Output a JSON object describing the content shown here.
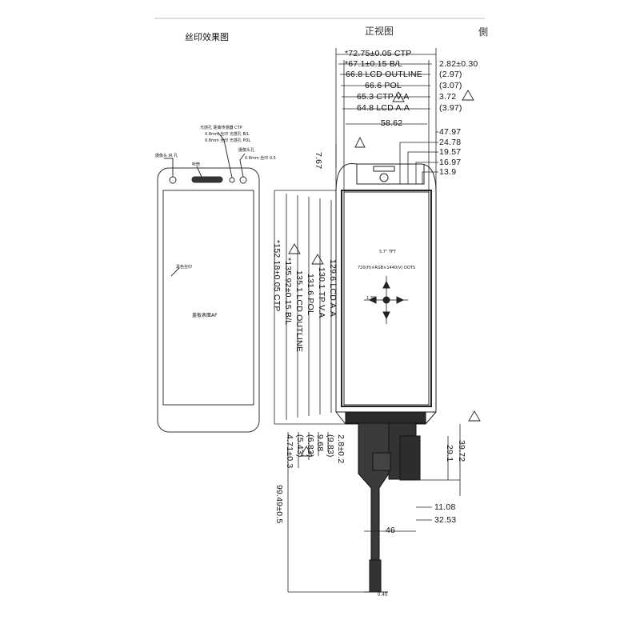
{
  "header": {
    "left_title": "丝印效果图",
    "center_title": "正视图",
    "right_fragment": "側"
  },
  "silkscreen": {
    "callout_top_1": "光感孔 距离传感器 CTP",
    "callout_top_2": "0.8mm 丝印 光感孔 B/L",
    "callout_top_3": "0.8mm 丝印 光感孔 POL",
    "callout_left": "摄像头 IR 孔",
    "callout_speaker": "听筒",
    "callout_right": "摄像头孔",
    "callout_right_2": "0.8mm 丝印 0.5",
    "body_label_1": "黑色丝印",
    "body_label_2": "盖板表面AF"
  },
  "front_view": {
    "top_dims": [
      "*72.75±0.05 CTP",
      "*67.1±0.15 B/L",
      "66.8 LCD OUTLINE",
      "66.6 POL",
      "65.3 CTP V.A",
      "64.8 LCD A.A",
      "58.62"
    ],
    "right_dims": [
      "2.82±0.30",
      "(2.97)",
      "(3.07)",
      "3.72",
      "(3.97)",
      "47.97",
      "24.78",
      "19.57",
      "16.97",
      "13.9"
    ],
    "left_small_dim": "7.67",
    "vertical_dims": [
      "*152.18±0.05 CTP",
      "*135.92±0.15 B/L",
      "135.1 LCD OUTLINE",
      "131.6 POL",
      "130.1 TP V.A",
      "129.6 LCD A.A"
    ],
    "bottom_left_dims": [
      "2.8±0.2",
      "(9.83)",
      "9.68",
      "(6.83)",
      "(5.43)",
      "4.71±0.3",
      "99.49±0.5"
    ],
    "fpc_dims": [
      "39.72",
      "29.1",
      "11.08",
      "32.53",
      "46",
      "0.40"
    ],
    "center_text_1": "5.7\" TFT",
    "center_text_2": "720(H)×RGB×1440(V) DOTS",
    "center_text_3": "1.3S"
  },
  "colors": {
    "line": "#222222",
    "fill_dark": "#2a2a2a",
    "hatch": "#555555"
  }
}
